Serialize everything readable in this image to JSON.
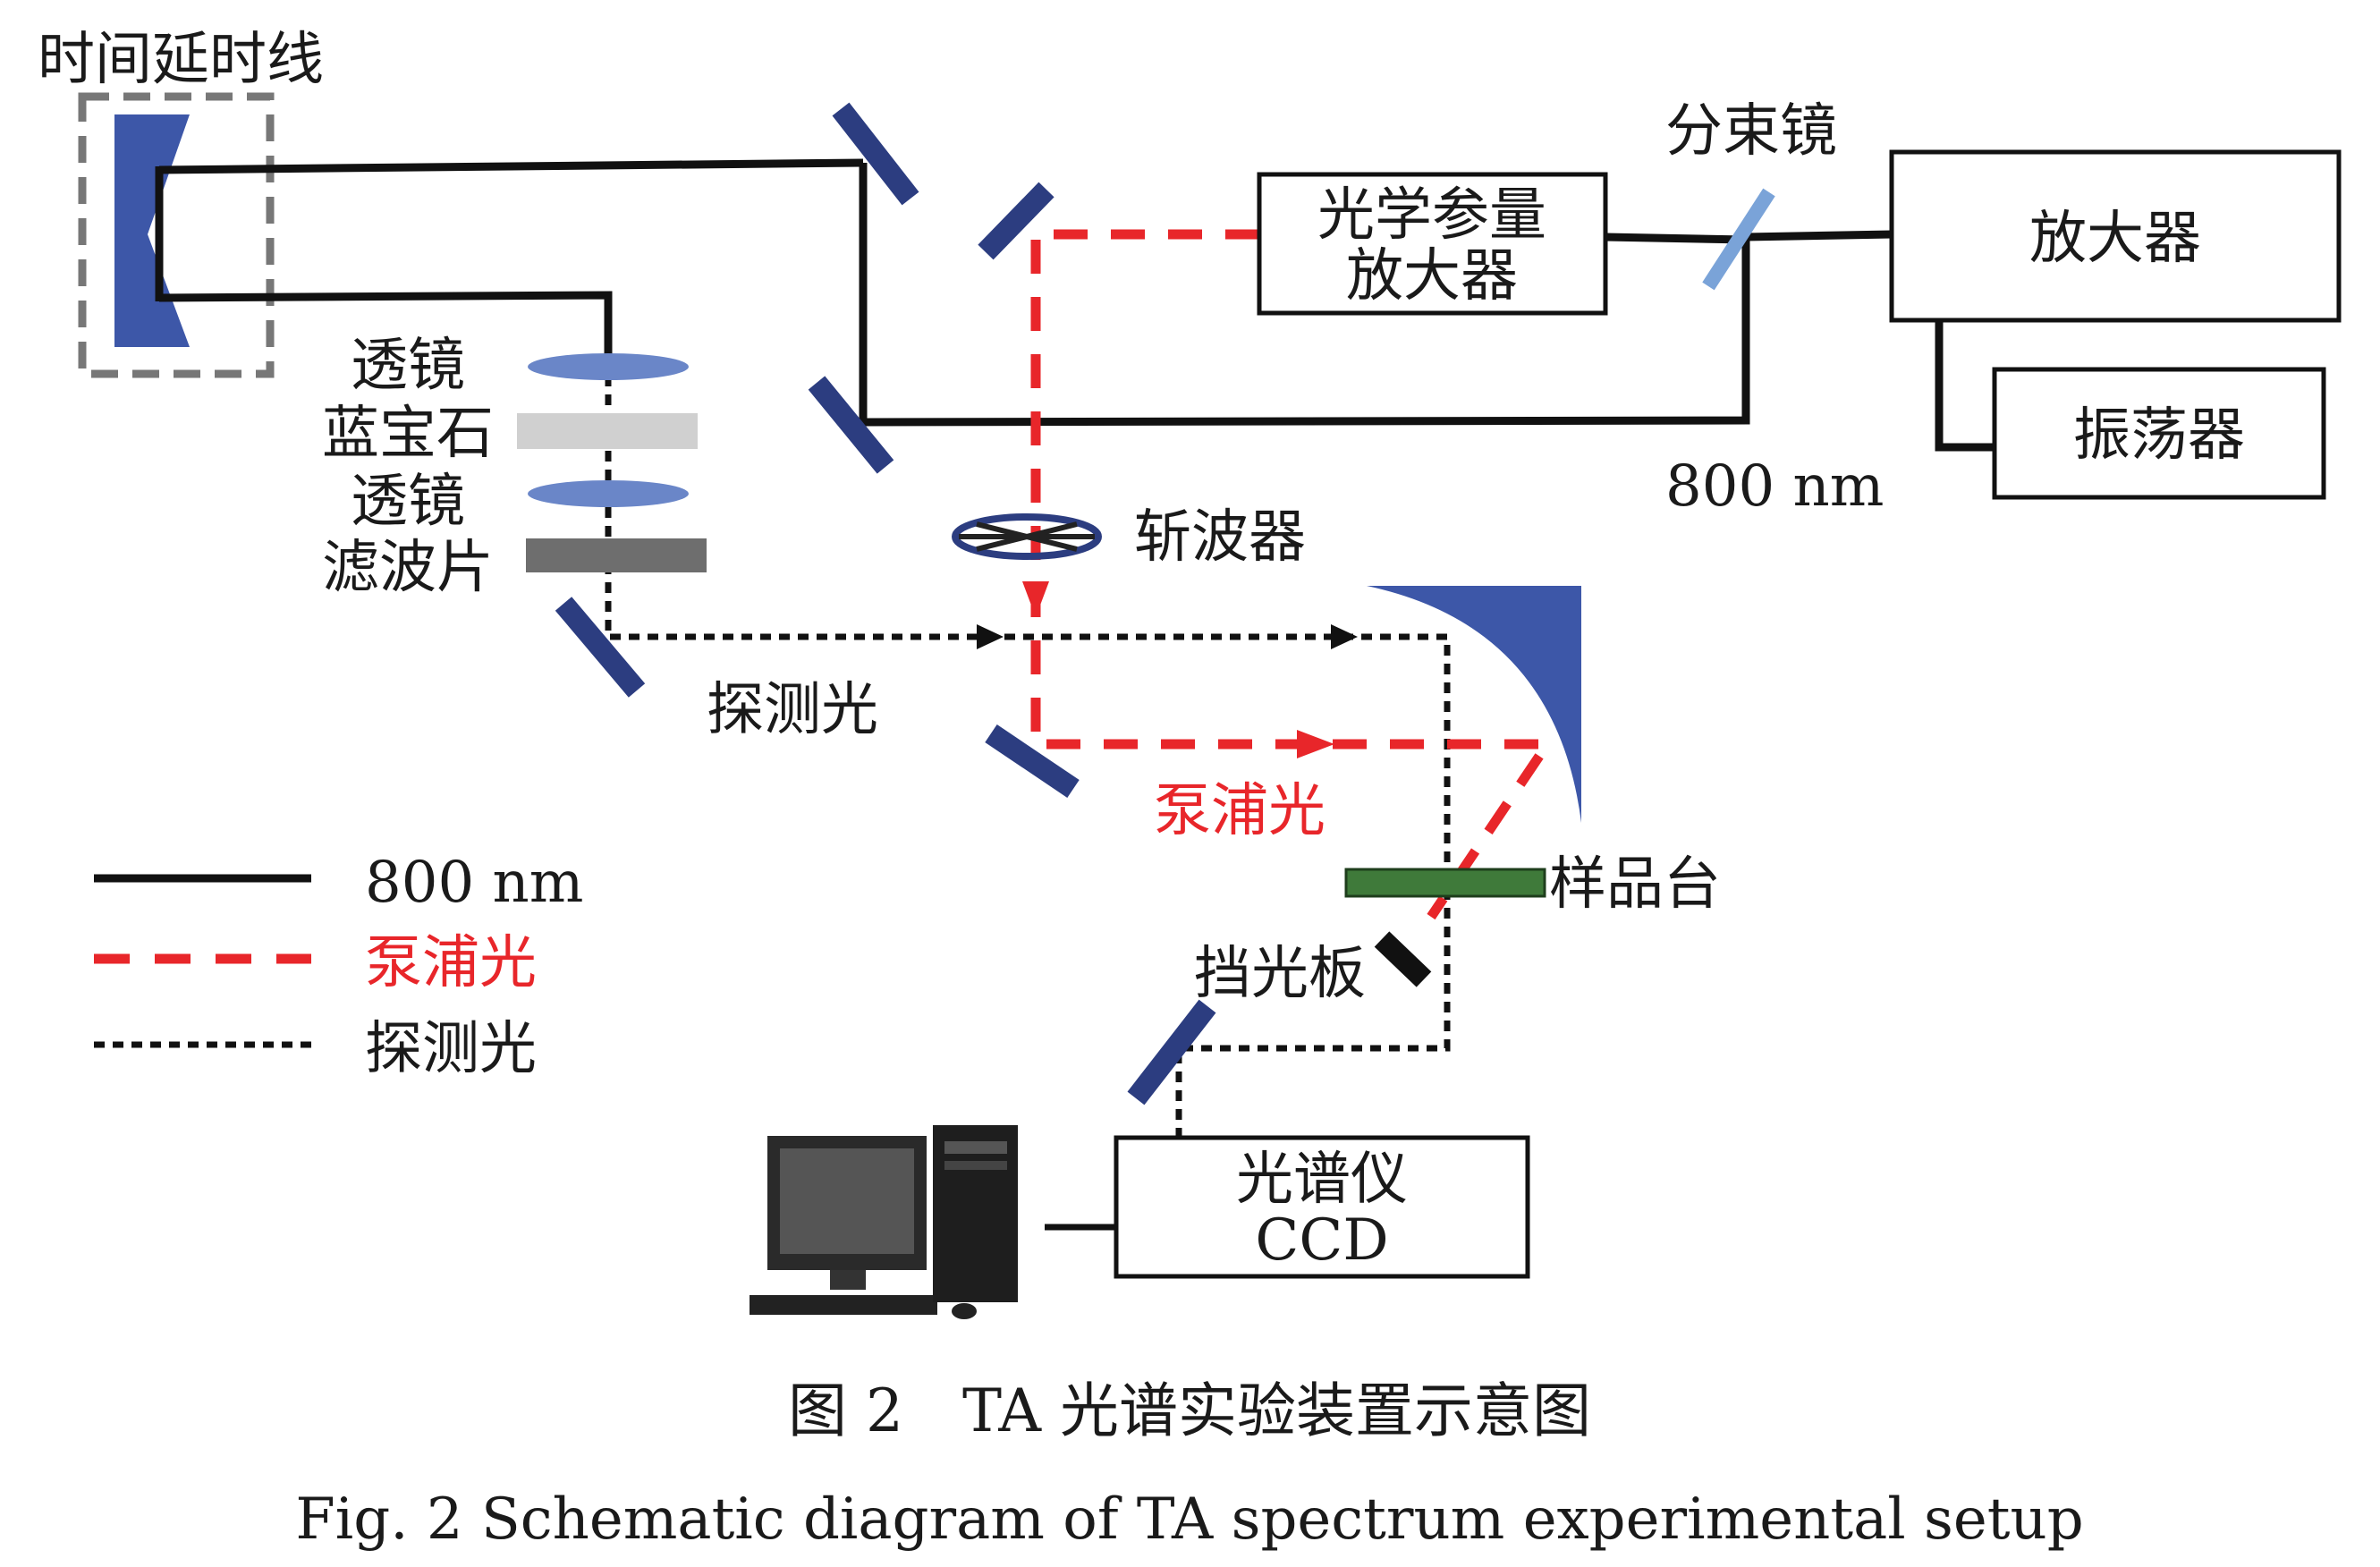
{
  "labels": {
    "delay_line": "时间延时线",
    "lens1": "透镜",
    "sapphire": "蓝宝石",
    "lens2": "透镜",
    "filter": "滤波片",
    "probe_light": "探测光",
    "pump_light": "泵浦光",
    "chopper": "斩波器",
    "opa_line1": "光学参量",
    "opa_line2": "放大器",
    "beam_splitter": "分束镜",
    "amplifier": "放大器",
    "oscillator": "振荡器",
    "wavelength_800": "800 nm",
    "sample_stage": "样品台",
    "beam_block": "挡光板",
    "spectrometer_line1": "光谱仪",
    "spectrometer_line2": "CCD"
  },
  "legend": [
    {
      "label": "800 nm",
      "style": "solid",
      "color": "#111111"
    },
    {
      "label": "泵浦光",
      "style": "dashed",
      "color": "#e8262a"
    },
    {
      "label": "探测光",
      "style": "dotted",
      "color": "#111111"
    }
  ],
  "caption": {
    "zh": "图 2　TA 光谱实验装置示意图",
    "en": "Fig. 2   Schematic diagram of TA spectrum experimental setup"
  },
  "colors": {
    "mirror": "#2c3d80",
    "optic_blue": "#3d57a8",
    "lens": "#6a86c8",
    "splitter": "#7aa3d8",
    "pump": "#e8262a",
    "sample": "#3f7a3a"
  }
}
